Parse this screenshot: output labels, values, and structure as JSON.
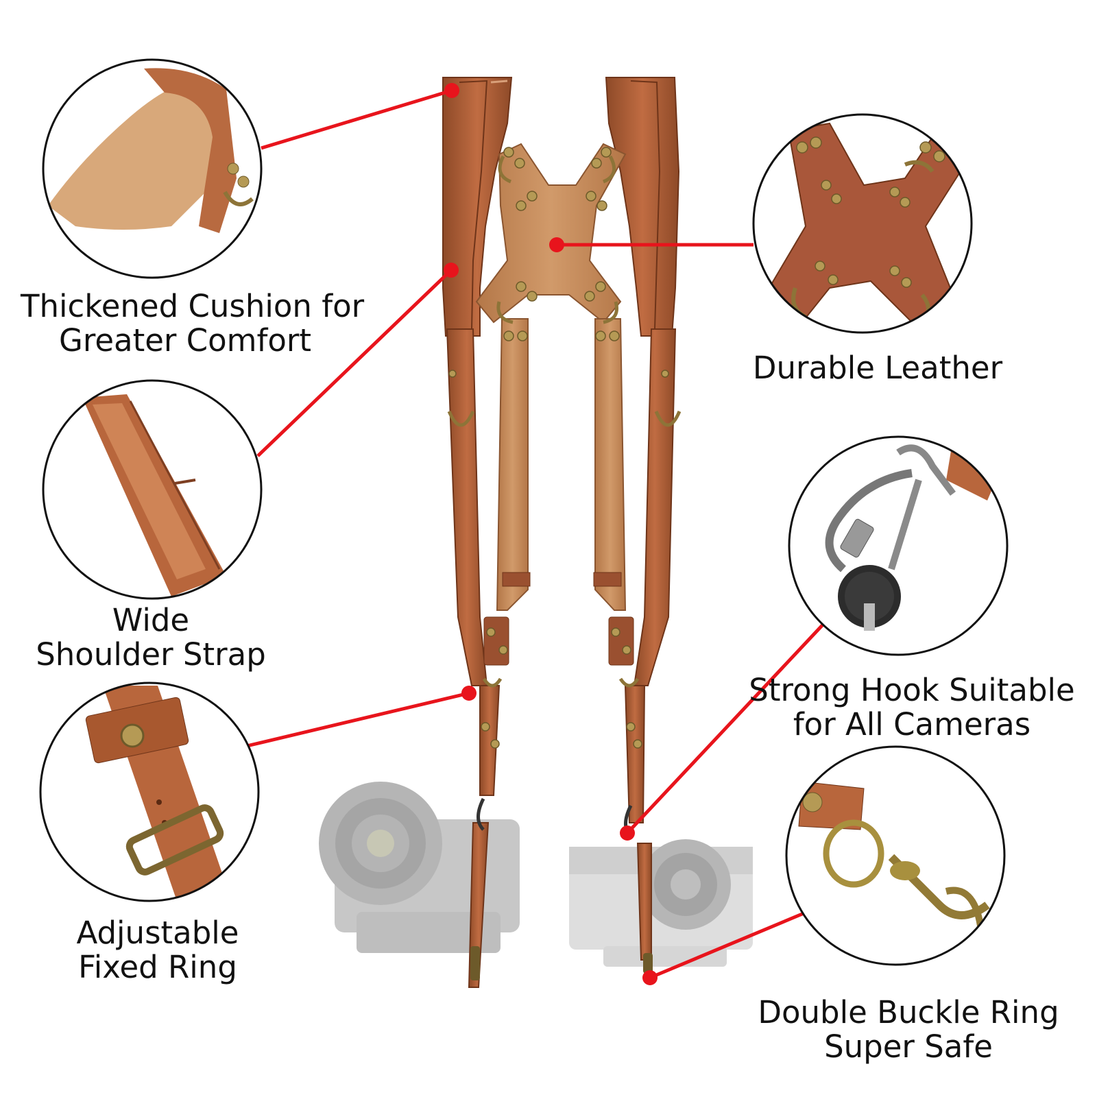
{
  "features": [
    {
      "id": "cushion",
      "lines": [
        "Thickened Cushion for",
        "Greater Comfort"
      ]
    },
    {
      "id": "shoulder",
      "lines": [
        "Wide",
        "Shoulder Strap"
      ]
    },
    {
      "id": "ring",
      "lines": [
        "Adjustable",
        "Fixed Ring"
      ]
    },
    {
      "id": "leather",
      "lines": [
        "Durable Leather"
      ]
    },
    {
      "id": "hook",
      "lines": [
        "Strong Hook Suitable",
        "for All Cameras"
      ]
    },
    {
      "id": "buckle",
      "lines": [
        "Double Buckle Ring",
        "Super Safe"
      ]
    }
  ],
  "colors": {
    "leather": "#b0603a",
    "leather_dark": "#7e3f22",
    "suede": "#c68a5a",
    "brass": "#a0884a",
    "callout": "#e8141c",
    "camera": "#bdbdbd"
  },
  "icons": [
    "harness-image",
    "camera-icon",
    "rivet-icon",
    "d-ring-icon",
    "snap-hook-icon"
  ]
}
